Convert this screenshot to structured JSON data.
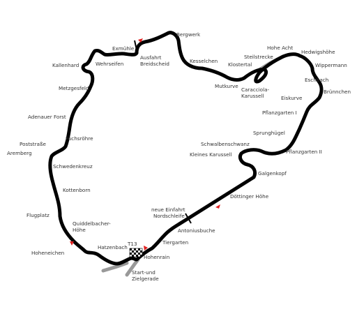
{
  "colors": {
    "track": "#000000",
    "access_road": "#999999",
    "marker": "#e02020",
    "label": "#333333"
  },
  "icons": {
    "start_finish": "checkered-flag-icon",
    "sector_marker": "red-triangle-icon"
  },
  "labels": {
    "bergwerk": "Bergwerk",
    "ex_muehle": "Exmühle",
    "ausfahrt_breidscheid": [
      "Ausfahrt",
      "Breidscheid"
    ],
    "wehrseifen": "Wehrseifen",
    "kallenhard": "Kallenhard",
    "metzgesfeld": "Metzgesfeld",
    "adenauer_forst": "Adenauer Forst",
    "fuchsroehre": "Fuchsröhre",
    "poststrasse": "Poststraße",
    "aremberg": "Aremberg",
    "schwedenkreuz": "Schwedenkreuz",
    "kottenborn": "Kottenborn",
    "flugplatz": "Flugplatz",
    "quiddelbacher_hoehe": [
      "Quiddelbacher-",
      "Höhe"
    ],
    "hoheneichen": "Hoheneichen",
    "hatzenbach": "Hatzenbach",
    "t13": "T13",
    "hohenrain": "Hohenrain",
    "start_ziel": [
      "Start-und",
      "Zielgerade"
    ],
    "tiergarten": "Tiergarten",
    "antoniusbuche": "Antoniusbuche",
    "neue_einfahrt": [
      "neue Einfahrt",
      "Nordschleife"
    ],
    "doettinger_hoehe": "Döttinger Höhe",
    "galgenkopf": "Galgenkopf",
    "kleines_karussell": "Kleines Karussell",
    "schwalbenschwanz": "Schwalbenschwanz",
    "pflanzgarten_2": "Pflanzgarten II",
    "pflanzgarten_1": "Pflanzgarten I",
    "sprunghuegel": "Sprunghügel",
    "eiskurve": "Eiskurve",
    "bruennchen": "Brünnchen",
    "eschbach": "Eschbach",
    "wippermann": "Wippermann",
    "hedwigshoehe": "Hedwigshöhe",
    "hohe_acht": "Hohe Acht",
    "steilstrecke": "Steilstrecke",
    "klostertal": "Klostertal",
    "caracciola_karussell": [
      "Caracciola-",
      "Karussell"
    ],
    "mutkurve": "Mutkurve",
    "kesselchen": "Kesselchen"
  }
}
